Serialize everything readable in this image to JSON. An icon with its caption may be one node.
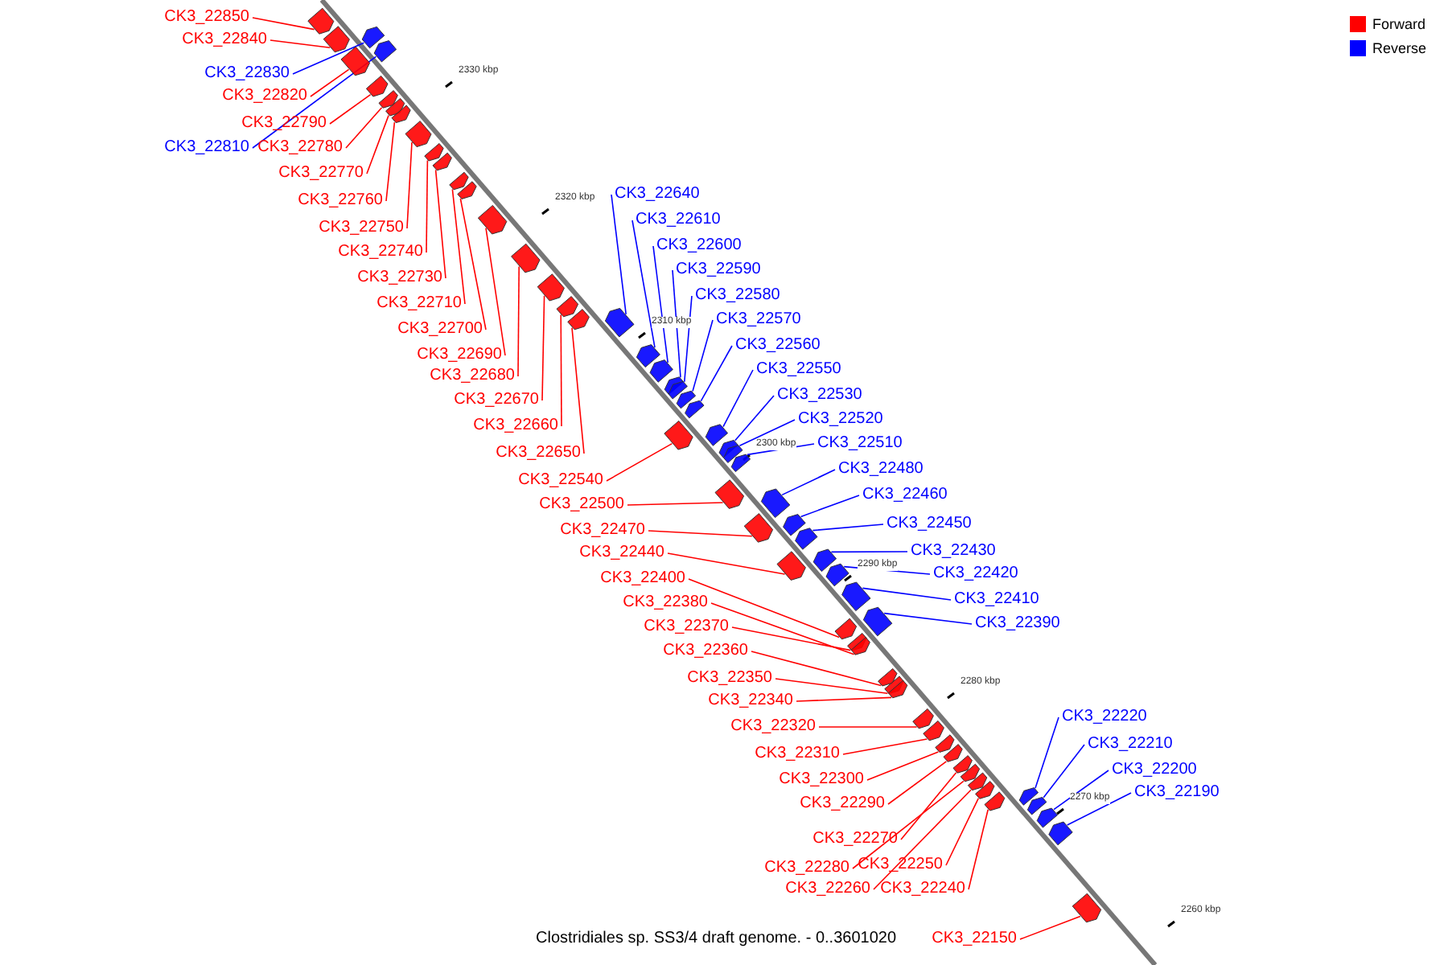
{
  "diagram": {
    "caption": "Clostridiales sp. SS3/4 draft genome. - 0..3601020",
    "nodes": [
      {
        "text": [
          "CK3_22850"
        ]
      },
      {
        "text": [
          "CK3_22840"
        ]
      },
      {
        "text": [
          "CK3_22830"
        ]
      },
      {
        "text": [
          "CK3_22820"
        ]
      },
      {
        "text": [
          "CK3_22790"
        ]
      },
      {
        "text": [
          "CK3_22810"
        ]
      },
      {
        "text": [
          "CK3_22780"
        ]
      },
      {
        "text": [
          "CK3_22770"
        ]
      },
      {
        "text": [
          "CK3_22760"
        ]
      },
      {
        "text": [
          "CK3_22750"
        ]
      },
      {
        "text": [
          "CK3_22740"
        ]
      },
      {
        "text": [
          "CK3_22730"
        ]
      },
      {
        "text": [
          "CK3_22710"
        ]
      },
      {
        "text": [
          "CK3_22700"
        ]
      },
      {
        "text": [
          "CK3_22690"
        ]
      },
      {
        "text": [
          "CK3_22680"
        ]
      },
      {
        "text": [
          "CK3_22670"
        ]
      },
      {
        "text": [
          "CK3_22660"
        ]
      },
      {
        "text": [
          "CK3_22650"
        ]
      },
      {
        "text": [
          "CK3_22540"
        ]
      },
      {
        "text": [
          "CK3_22500"
        ]
      },
      {
        "text": [
          "CK3_22470"
        ]
      },
      {
        "text": [
          "CK3_22440"
        ]
      },
      {
        "text": [
          "CK3_22400"
        ]
      },
      {
        "text": [
          "CK3_22380"
        ]
      },
      {
        "text": [
          "CK3_22370"
        ]
      },
      {
        "text": [
          "CK3_22360"
        ]
      },
      {
        "text": [
          "CK3_22350"
        ]
      },
      {
        "text": [
          "CK3_22340"
        ]
      },
      {
        "text": [
          "CK3_22320"
        ]
      },
      {
        "text": [
          "CK3_22310"
        ]
      },
      {
        "text": [
          "CK3_22300"
        ]
      },
      {
        "text": [
          "CK3_22290"
        ]
      },
      {
        "text": [
          "CK3_22270"
        ]
      },
      {
        "text": [
          "CK3_22280"
        ]
      },
      {
        "text": [
          "CK3_22250"
        ]
      },
      {
        "text": [
          "CK3_22260"
        ]
      },
      {
        "text": [
          "CK3_22240"
        ]
      },
      {
        "text": [
          "CK3_22150"
        ]
      },
      {
        "text": [
          "CK3_22640"
        ]
      },
      {
        "text": [
          "CK3_22610"
        ]
      },
      {
        "text": [
          "CK3_22600"
        ]
      },
      {
        "text": [
          "CK3_22590"
        ]
      },
      {
        "text": [
          "CK3_22580"
        ]
      },
      {
        "text": [
          "CK3_22570"
        ]
      },
      {
        "text": [
          "CK3_22560"
        ]
      },
      {
        "text": [
          "CK3_22550"
        ]
      },
      {
        "text": [
          "CK3_22530"
        ]
      },
      {
        "text": [
          "CK3_22520"
        ]
      },
      {
        "text": [
          "CK3_22510"
        ]
      },
      {
        "text": [
          "CK3_22480"
        ]
      },
      {
        "text": [
          "CK3_22460"
        ]
      },
      {
        "text": [
          "CK3_22450"
        ]
      },
      {
        "text": [
          "CK3_22430"
        ]
      },
      {
        "text": [
          "CK3_22420"
        ]
      },
      {
        "text": [
          "CK3_22410"
        ]
      },
      {
        "text": [
          "CK3_22390"
        ]
      },
      {
        "text": [
          "CK3_22220"
        ]
      },
      {
        "text": [
          "CK3_22210"
        ]
      },
      {
        "text": [
          "CK3_22200"
        ]
      },
      {
        "text": [
          "CK3_22190"
        ]
      },
      {
        "text": [],
        "shape": "arrow"
      },
      {
        "text": [],
        "shape": "arrow"
      },
      {
        "text": [],
        "shape": "arrow"
      },
      {
        "text": [],
        "shape": "arrow"
      },
      {
        "text": [],
        "shape": "arrow"
      },
      {
        "text": [],
        "shape": "arrow"
      },
      {
        "text": [],
        "shape": "arrow"
      },
      {
        "text": [],
        "shape": "arrow"
      },
      {
        "text": [],
        "shape": "arrow"
      },
      {
        "text": [],
        "shape": "arrow"
      },
      {
        "text": [],
        "shape": "arrow"
      },
      {
        "text": [],
        "shape": "arrow"
      },
      {
        "text": [],
        "shape": "arrow"
      },
      {
        "text": [],
        "shape": "arrow"
      },
      {
        "text": [],
        "shape": "arrow"
      },
      {
        "text": [],
        "shape": "arrow"
      },
      {
        "text": [],
        "shape": "arrow"
      },
      {
        "text": [],
        "shape": "arrow"
      },
      {
        "text": [],
        "shape": "arrow"
      },
      {
        "text": [],
        "shape": "arrow"
      },
      {
        "text": [],
        "shape": "arrow"
      },
      {
        "text": [],
        "shape": "arrow"
      },
      {
        "text": [],
        "shape": "arrow"
      },
      {
        "text": [],
        "shape": "arrow"
      },
      {
        "text": [],
        "shape": "arrow"
      },
      {
        "text": [],
        "shape": "arrow"
      },
      {
        "text": [],
        "shape": "arrow"
      },
      {
        "text": [],
        "shape": "arrow"
      },
      {
        "text": [],
        "shape": "arrow"
      },
      {
        "text": [],
        "shape": "arrow"
      },
      {
        "text": [],
        "shape": "arrow"
      },
      {
        "text": [],
        "shape": "arrow"
      },
      {
        "text": [],
        "shape": "arrow"
      },
      {
        "text": [],
        "shape": "arrow"
      },
      {
        "text": [],
        "shape": "arrow"
      },
      {
        "text": [],
        "shape": "arrow"
      },
      {
        "text": [],
        "shape": "arrow"
      },
      {
        "text": [],
        "shape": "arrow"
      },
      {
        "text": [],
        "shape": "arrow"
      },
      {
        "text": [],
        "shape": "arrow"
      },
      {
        "text": [],
        "shape": "arrow"
      },
      {
        "text": [],
        "shape": "arrow"
      },
      {
        "text": [],
        "shape": "arrow"
      },
      {
        "text": [],
        "shape": "arrow"
      },
      {
        "text": [],
        "shape": "arrow"
      },
      {
        "text": [],
        "shape": "arrow"
      },
      {
        "text": [],
        "shape": "arrow"
      },
      {
        "text": [],
        "shape": "arrow"
      },
      {
        "text": [],
        "shape": "arrow"
      },
      {
        "text": [],
        "shape": "arrow"
      },
      {
        "text": [],
        "shape": "arrow"
      },
      {
        "text": [],
        "shape": "arrow"
      },
      {
        "text": [],
        "shape": "arrow"
      },
      {
        "text": [],
        "shape": "arrow"
      },
      {
        "text": [],
        "shape": "arrow"
      },
      {
        "text": [],
        "shape": "arrow"
      },
      {
        "text": [],
        "shape": "arrow"
      },
      {
        "text": [],
        "shape": "arrow"
      },
      {
        "text": [],
        "shape": "arrow"
      },
      {
        "text": [],
        "shape": "arrow"
      },
      {
        "text": [],
        "shape": "arrow"
      }
    ],
    "edges": [
      {
        "from": 0,
        "to": 61,
        "arrow": "none"
      },
      {
        "from": 1,
        "to": 62,
        "arrow": "none"
      },
      {
        "from": 2,
        "to": 63,
        "arrow": "none",
        "color": "#0000ff"
      },
      {
        "from": 3,
        "to": 64,
        "arrow": "none"
      },
      {
        "from": 4,
        "to": 66,
        "arrow": "none"
      },
      {
        "from": 5,
        "to": 65,
        "arrow": "none",
        "color": "#0000ff"
      },
      {
        "from": 6,
        "to": 67,
        "arrow": "none"
      },
      {
        "from": 7,
        "to": 68,
        "arrow": "none"
      },
      {
        "from": 8,
        "to": 69,
        "arrow": "none"
      },
      {
        "from": 9,
        "to": 70,
        "arrow": "none"
      },
      {
        "from": 10,
        "to": 71,
        "arrow": "none"
      },
      {
        "from": 11,
        "to": 72,
        "arrow": "none"
      },
      {
        "from": 12,
        "to": 73,
        "arrow": "none"
      },
      {
        "from": 13,
        "to": 74,
        "arrow": "none"
      },
      {
        "from": 14,
        "to": 75,
        "arrow": "none"
      },
      {
        "from": 15,
        "to": 76,
        "arrow": "none"
      },
      {
        "from": 16,
        "to": 77,
        "arrow": "none"
      },
      {
        "from": 17,
        "to": 78,
        "arrow": "none"
      },
      {
        "from": 18,
        "to": 79,
        "arrow": "none"
      },
      {
        "from": 19,
        "to": 87,
        "arrow": "none"
      },
      {
        "from": 20,
        "to": 92,
        "arrow": "none"
      },
      {
        "from": 21,
        "to": 94,
        "arrow": "none"
      },
      {
        "from": 22,
        "to": 97,
        "arrow": "none"
      },
      {
        "from": 23,
        "to": 101,
        "arrow": "none"
      },
      {
        "from": 24,
        "to": 104,
        "arrow": "none"
      },
      {
        "from": 25,
        "to": 103,
        "arrow": "none"
      },
      {
        "from": 26,
        "to": 105,
        "arrow": "none"
      },
      {
        "from": 27,
        "to": 106,
        "arrow": "none"
      },
      {
        "from": 28,
        "to": 107,
        "arrow": "none"
      },
      {
        "from": 29,
        "to": 108,
        "arrow": "none"
      },
      {
        "from": 30,
        "to": 109,
        "arrow": "none"
      },
      {
        "from": 31,
        "to": 110,
        "arrow": "none"
      },
      {
        "from": 32,
        "to": 111,
        "arrow": "none"
      },
      {
        "from": 33,
        "to": 112,
        "arrow": "none"
      },
      {
        "from": 34,
        "to": 113,
        "arrow": "none"
      },
      {
        "from": 35,
        "to": 115,
        "arrow": "none"
      },
      {
        "from": 36,
        "to": 114,
        "arrow": "none"
      },
      {
        "from": 37,
        "to": 116,
        "arrow": "none"
      },
      {
        "from": 38,
        "to": 121,
        "arrow": "none"
      },
      {
        "from": 39,
        "to": 80,
        "arrow": "none",
        "color": "#0000ff"
      },
      {
        "from": 40,
        "to": 81,
        "arrow": "none",
        "color": "#0000ff"
      },
      {
        "from": 41,
        "to": 82,
        "arrow": "none",
        "color": "#0000ff"
      },
      {
        "from": 42,
        "to": 83,
        "arrow": "none",
        "color": "#0000ff"
      },
      {
        "from": 43,
        "to": 84,
        "arrow": "none",
        "color": "#0000ff"
      },
      {
        "from": 44,
        "to": 85,
        "arrow": "none",
        "color": "#0000ff"
      },
      {
        "from": 45,
        "to": 86,
        "arrow": "none",
        "color": "#0000ff"
      },
      {
        "from": 46,
        "to": 88,
        "arrow": "none",
        "color": "#0000ff"
      },
      {
        "from": 47,
        "to": 89,
        "arrow": "none",
        "color": "#0000ff"
      },
      {
        "from": 48,
        "to": 90,
        "arrow": "none",
        "color": "#0000ff"
      },
      {
        "from": 49,
        "to": 91,
        "arrow": "none",
        "color": "#0000ff"
      },
      {
        "from": 50,
        "to": 93,
        "arrow": "none",
        "color": "#0000ff"
      },
      {
        "from": 51,
        "to": 95,
        "arrow": "none",
        "color": "#0000ff"
      },
      {
        "from": 52,
        "to": 96,
        "arrow": "none",
        "color": "#0000ff"
      },
      {
        "from": 53,
        "to": 98,
        "arrow": "none",
        "color": "#0000ff"
      },
      {
        "from": 54,
        "to": 99,
        "arrow": "none",
        "color": "#0000ff"
      },
      {
        "from": 55,
        "to": 100,
        "arrow": "none",
        "color": "#0000ff"
      },
      {
        "from": 56,
        "to": 102,
        "arrow": "none",
        "color": "#0000ff"
      },
      {
        "from": 57,
        "to": 117,
        "arrow": "none",
        "color": "#0000ff"
      },
      {
        "from": 58,
        "to": 118,
        "arrow": "none",
        "color": "#0000ff"
      },
      {
        "from": 59,
        "to": 119,
        "arrow": "none",
        "color": "#0000ff"
      },
      {
        "from": 60,
        "to": 120,
        "arrow": "none",
        "color": "#0000ff"
      }
    ],
    "labels": [
      "2330 kbp",
      "2320 kbp",
      "2310 kbp",
      "2300 kbp",
      "2290 kbp",
      "2280 kbp",
      "2270 kbp",
      "2260 kbp"
    ],
    "legend": [
      {
        "text": "Forward",
        "color": "#ff0000"
      },
      {
        "text": "Reverse",
        "color": "#0000ff"
      }
    ]
  }
}
